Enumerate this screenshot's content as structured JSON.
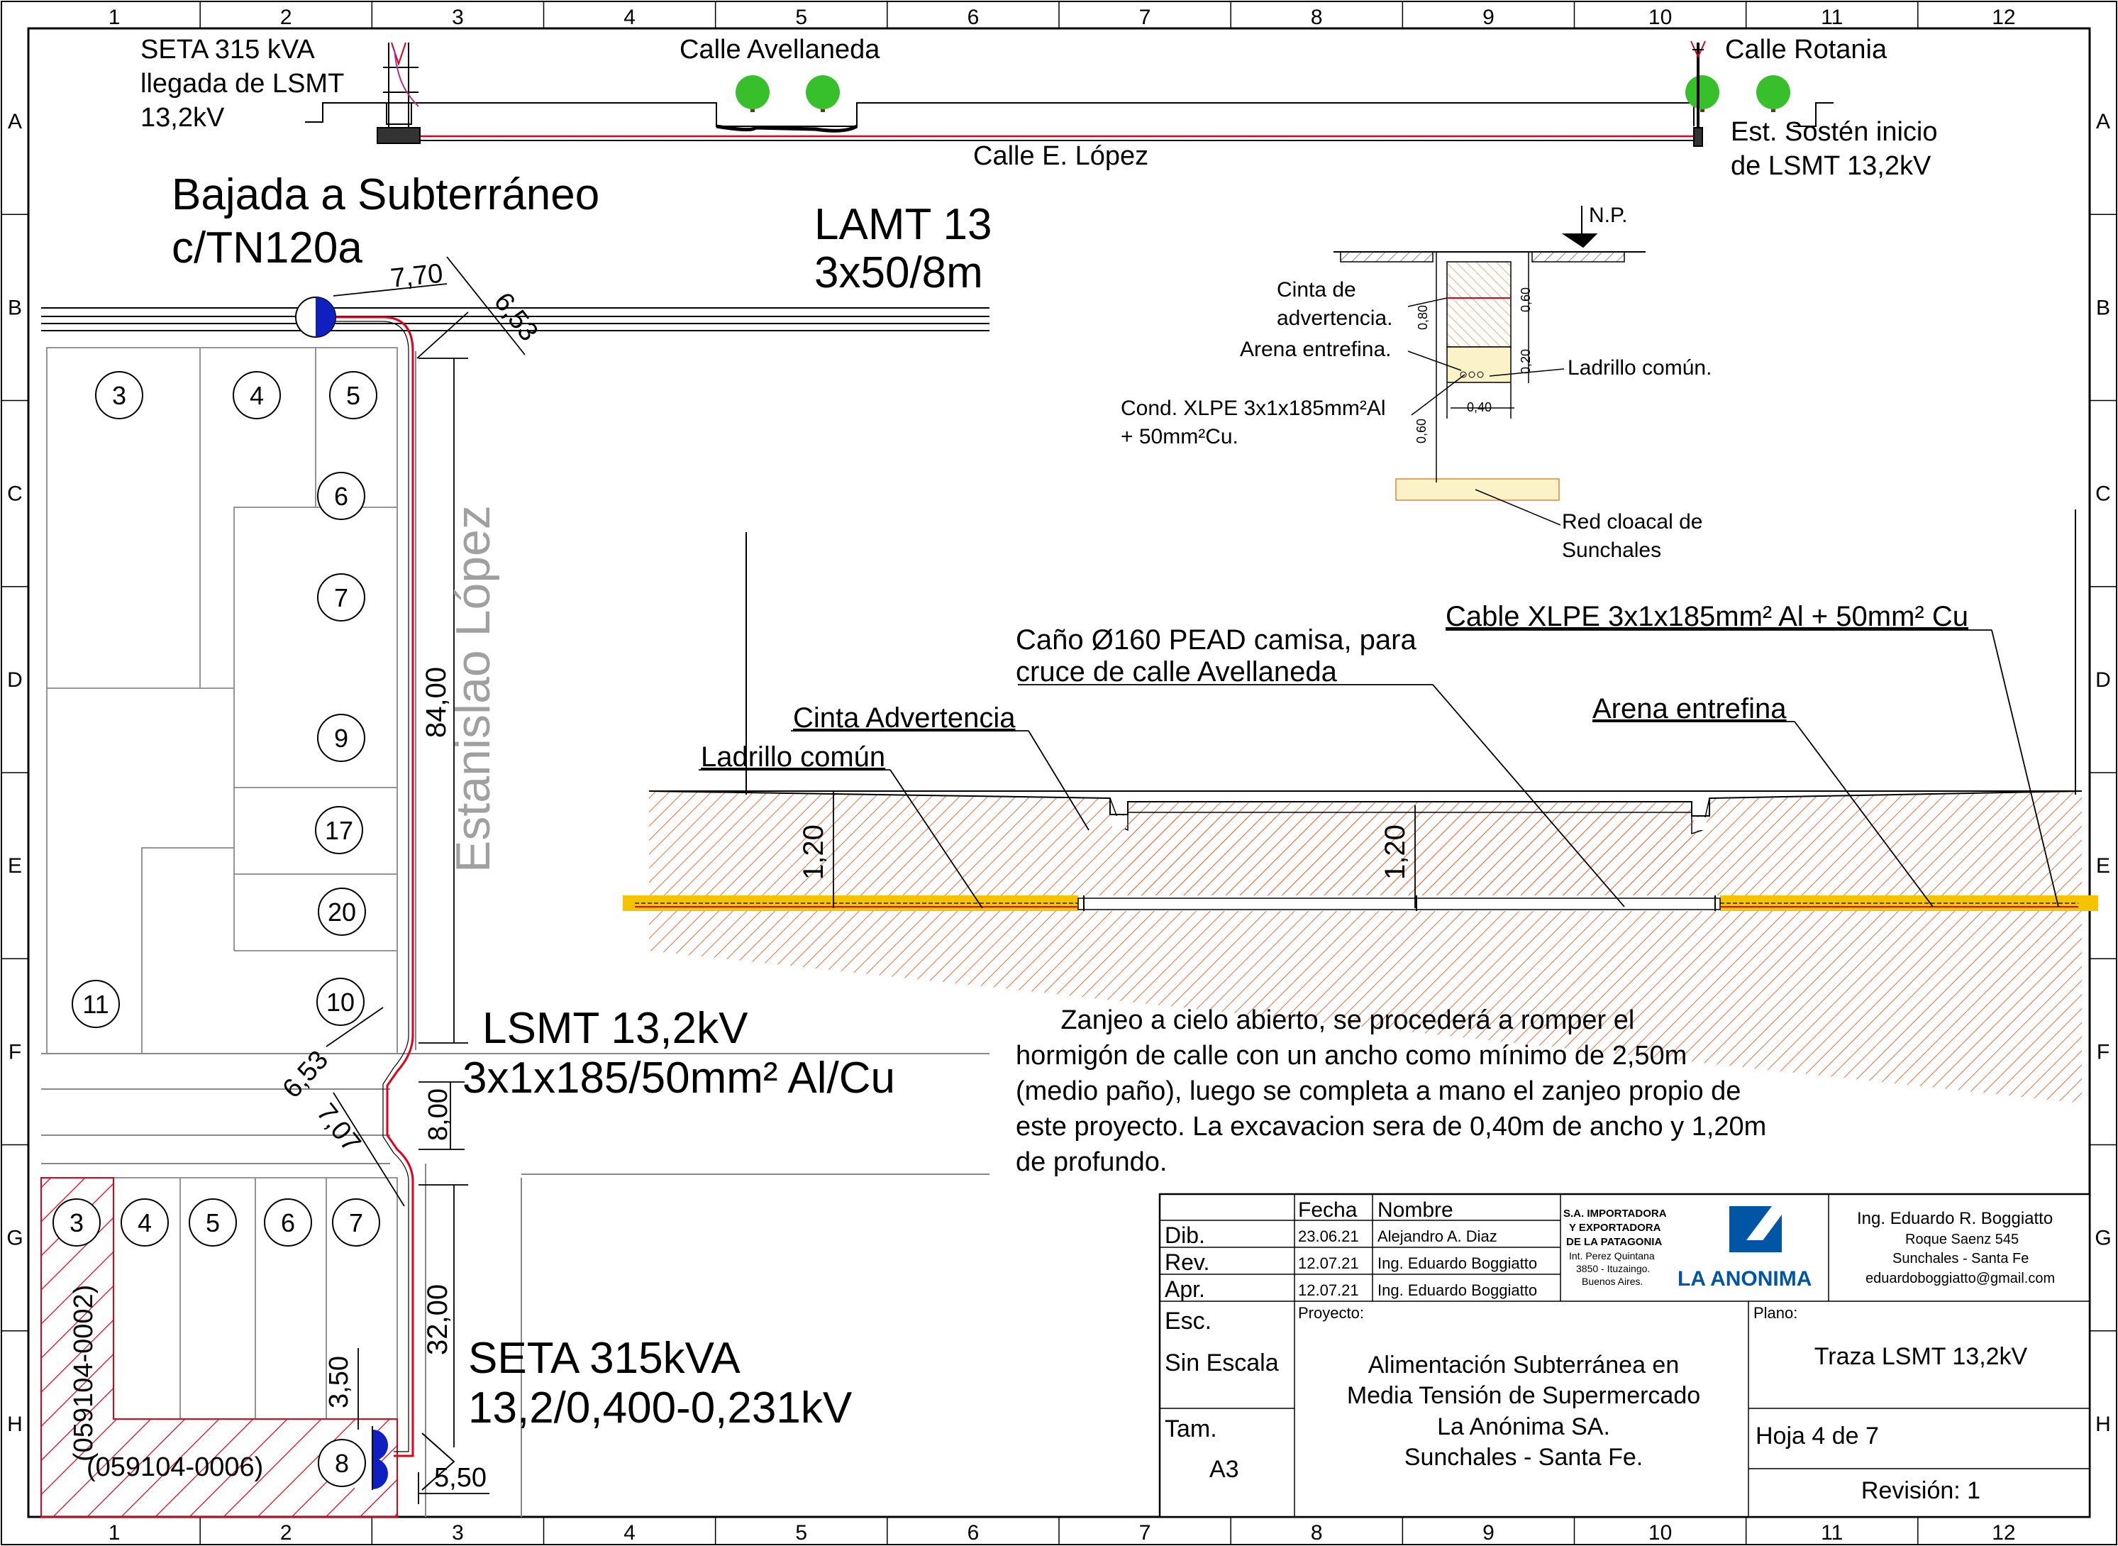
{
  "grid": {
    "columns": [
      "1",
      "2",
      "3",
      "4",
      "5",
      "6",
      "7",
      "8",
      "9",
      "10",
      "11",
      "12"
    ],
    "rows": [
      "A",
      "B",
      "C",
      "D",
      "E",
      "F",
      "G",
      "H"
    ]
  },
  "top_street": {
    "seta_label": [
      "SETA 315 kVA",
      "llegada de LSMT",
      "13,2kV"
    ],
    "calle_avellaneda": "Calle Avellaneda",
    "calle_rotania": "Calle Rotania",
    "calle_lopez": "Calle E. López",
    "est_sosten": [
      "Est. Sostén inicio",
      "de LSMT 13,2kV"
    ]
  },
  "plan": {
    "bajada": [
      "Bajada a Subterráneo",
      "c/TN120a"
    ],
    "lamt": [
      "LAMT 13",
      "3x50/8m"
    ],
    "street_name": "Estanislao López",
    "lsmt": [
      "LSMT 13,2kV",
      "3x1x185/50mm² Al/Cu"
    ],
    "seta": [
      "SETA 315kVA",
      "13,2/0,400-0,231kV"
    ],
    "dims": {
      "d770": "7,70",
      "d653a": "6,53",
      "d8400": "84,00",
      "d653b": "6,53",
      "d707": "7,07",
      "d800": "8,00",
      "d3200": "32,00",
      "d350": "3,50",
      "d550": "5,50"
    },
    "lots": [
      "3",
      "4",
      "5",
      "6",
      "7",
      "9",
      "17",
      "20",
      "10",
      "11",
      "3",
      "4",
      "5",
      "6",
      "7",
      "8"
    ],
    "parcel_codes": [
      "(059104-0002)",
      "(059104-0006)"
    ]
  },
  "trench_detail": {
    "np": "N.P.",
    "cinta": [
      "Cinta de",
      "advertencia."
    ],
    "arena": "Arena entrefina.",
    "ladrillo": "Ladrillo común.",
    "cond": [
      "Cond. XLPE 3x1x185mm²Al",
      "+ 50mm²Cu."
    ],
    "red_cloacal": [
      "Red cloacal de",
      "Sunchales"
    ],
    "dims": [
      "0,80",
      "0,60",
      "0,20",
      "0,40",
      "0,60"
    ]
  },
  "crossing": {
    "cano": [
      "Caño Ø160 PEAD camisa, para",
      "cruce de calle Avellaneda"
    ],
    "cable": "Cable XLPE 3x1x185mm² Al + 50mm² Cu",
    "cinta": "Cinta Advertencia",
    "arena": "Arena entrefina",
    "ladrillo": "Ladrillo común",
    "dim_left": "1,20",
    "dim_center": "1,20",
    "note": [
      "      Zanjeo a cielo abierto, se procederá a romper el",
      "hormigón de calle con un ancho como mínimo de 2,50m",
      "(medio paño), luego se completa a mano el zanjeo propio de",
      "este proyecto. La excavacion sera de 0,40m de ancho y 1,20m",
      "de profundo."
    ]
  },
  "title_block": {
    "fecha_h": "Fecha",
    "nombre_h": "Nombre",
    "rows": [
      {
        "role": "Dib.",
        "date": "23.06.21",
        "name": "Alejandro A. Diaz"
      },
      {
        "role": "Rev.",
        "date": "12.07.21",
        "name": "Ing. Eduardo Boggiatto"
      },
      {
        "role": "Apr.",
        "date": "12.07.21",
        "name": "Ing. Eduardo Boggiatto"
      }
    ],
    "company": [
      "S.A. IMPORTADORA",
      "Y EXPORTADORA",
      "DE LA PATAGONIA",
      "Int. Perez Quintana",
      "3850 - Ituzaingo.",
      "Buenos Aires."
    ],
    "logo_text": "LA ANONIMA",
    "engineer": [
      "Ing. Eduardo R. Boggiatto",
      "Roque Saenz 545",
      "Sunchales - Santa Fe",
      "eduardoboggiatto@gmail.com"
    ],
    "esc_label": "Esc.",
    "esc_value": "Sin Escala",
    "tam_label": "Tam.",
    "tam_value": "A3",
    "proyecto_label": "Proyecto:",
    "proyecto": [
      "Alimentación Subterránea en",
      "Media Tensión de Supermercado",
      "La Anónima SA.",
      "Sunchales - Santa Fe."
    ],
    "plano_label": "Plano:",
    "plano": "Traza LSMT 13,2kV",
    "hoja": "Hoja 4 de 7",
    "revision": "Revisión: 1"
  },
  "colors": {
    "cable": "#e0001a",
    "hatch": "#e8703a",
    "sand": "#f5c400",
    "logo_blue": "#0055a5",
    "seta_blue": "#1020c0"
  }
}
